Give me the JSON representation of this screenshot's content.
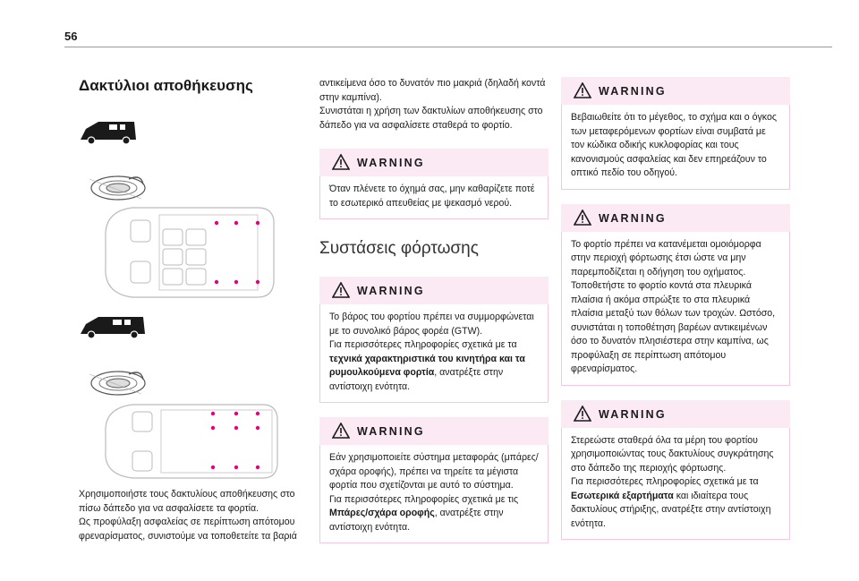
{
  "page": {
    "number": "56"
  },
  "col1": {
    "title": "Δακτύλιοι αποθήκευσης",
    "paragraphs": [
      "Χρησιμοποιήστε τους δακτυλίους αποθήκευσης στο πίσω δάπεδο για να ασφαλίσετε τα φορτία.",
      "Ως προφύλαξη ασφαλείας σε περίπτωση απότομου φρεναρίσματος, συνιστούμε να τοποθετείτε τα βαριά"
    ]
  },
  "col2": {
    "intro": [
      "αντικείμενα όσο το δυνατόν πιο μακριά (δηλαδή κοντά στην καμπίνα).",
      "Συνιστάται η χρήση των δακτυλίων αποθήκευσης στο δάπεδο για να ασφαλίσετε σταθερά το φορτίο."
    ],
    "warning1": {
      "title": "WARNING",
      "text": "Όταν πλένετε το όχημά σας, μην καθαρίζετε ποτέ το εσωτερικό απευθείας με ψεκασμό νερού."
    },
    "subtitle": "Συστάσεις φόρτωσης",
    "warning2": {
      "title": "WARNING",
      "p1": "Το βάρος του φορτίου πρέπει να συμμορφώνεται με το συνολικό βάρος φορέα (GTW).",
      "p2_pre": "Για περισσότερες πληροφορίες σχετικά με τα ",
      "p2_bold": "τεχνικά χαρακτηριστικά του κινητήρα και τα ρυμουλκούμενα φορτία",
      "p2_post": ", ανατρέξτε στην αντίστοιχη ενότητα."
    },
    "warning3": {
      "title": "WARNING",
      "p1": "Εάν χρησιμοποιείτε σύστημα μεταφοράς (μπάρες/ σχάρα οροφής), πρέπει να τηρείτε τα μέγιστα φορτία που σχετίζονται με αυτό το σύστημα.",
      "p2_pre": "Για περισσότερες πληροφορίες σχετικά με τις ",
      "p2_bold": "Μπάρες/σχάρα οροφής",
      "p2_post": ", ανατρέξτε στην αντίστοιχη ενότητα."
    }
  },
  "col3": {
    "warning4": {
      "title": "WARNING",
      "text": "Βεβαιωθείτε ότι το μέγεθος, το σχήμα και ο όγκος των μεταφερόμενων φορτίων είναι συμβατά με τον κώδικα οδικής κυκλοφορίας και τους κανονισμούς ασφαλείας και δεν επηρεάζουν το οπτικό πεδίο του οδηγού."
    },
    "warning5": {
      "title": "WARNING",
      "text": "Το φορτίο πρέπει να κατανέμεται ομοιόμορφα στην περιοχή φόρτωσης έτσι ώστε να μην παρεμποδίζεται η οδήγηση του οχήματος. Τοποθετήστε το φορτίο κοντά στα πλευρικά πλαίσια ή ακόμα σπρώξτε το στα πλευρικά πλαίσια μεταξύ των θόλων των τροχών. Ωστόσο, συνιστάται η τοποθέτηση βαρέων αντικειμένων όσο το δυνατόν πλησιέστερα στην καμπίνα, ως προφύλαξη σε περίπτωση απότομου φρεναρίσματος."
    },
    "warning6": {
      "title": "WARNING",
      "p1": "Στερεώστε σταθερά όλα τα μέρη του φορτίου χρησιμοποιώντας τους δακτυλίους συγκράτησης στο δάπεδο της περιοχής φόρτωσης.",
      "p2_pre": "Για περισσότερες πληροφορίες σχετικά με τα ",
      "p2_bold": "Εσωτερικά εξαρτήματα",
      "p2_post": " και ιδιαίτερα τους δακτυλίους στήριξης, ανατρέξτε στην αντίστοιχη ενότητα."
    }
  },
  "colors": {
    "warning_bg": "#fbe9f4",
    "warning_border": "#f0c8df",
    "ring_marker": "#e6007e"
  }
}
